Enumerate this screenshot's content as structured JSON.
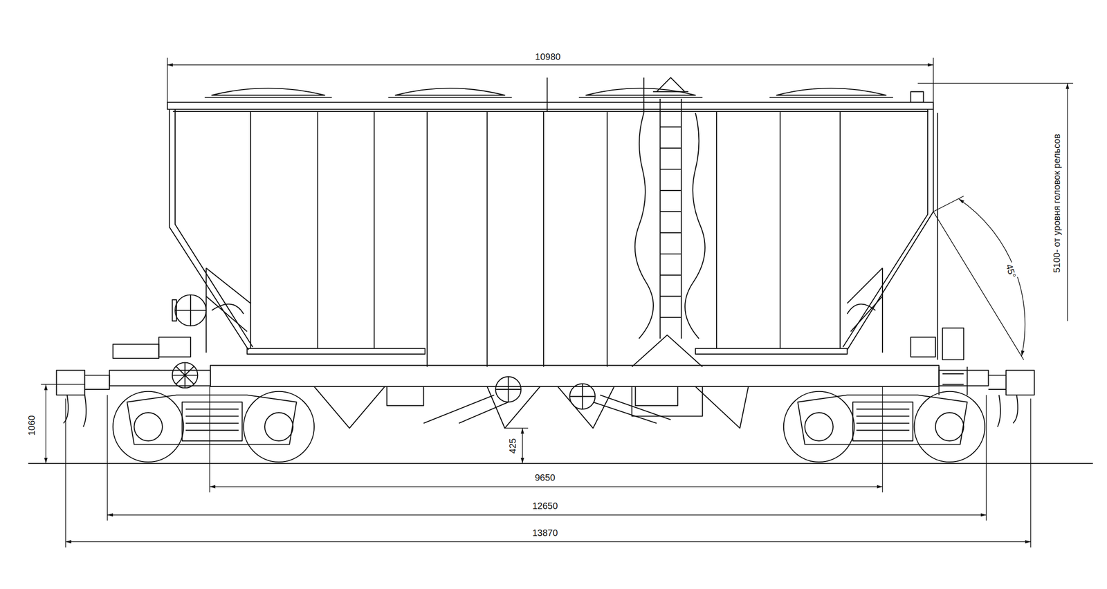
{
  "diagram": {
    "labels": [
      "10980",
      "5100- от уровня головок рельсов",
      "45°",
      "1060",
      "425",
      "9650",
      "12650",
      "13870"
    ]
  }
}
